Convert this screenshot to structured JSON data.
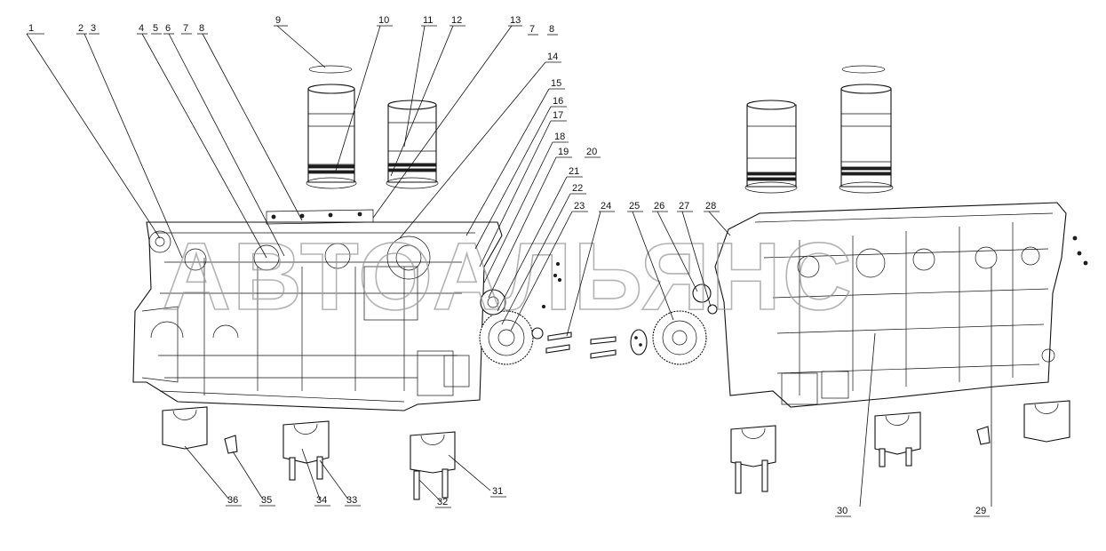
{
  "watermark": "АВТОАЛЬЯНС",
  "callouts": [
    "1",
    "2",
    "3",
    "4",
    "5",
    "6",
    "7",
    "8",
    "9",
    "10",
    "11",
    "12",
    "13",
    "7",
    "8",
    "14",
    "15",
    "16",
    "17",
    "18",
    "19",
    "20",
    "21",
    "22",
    "23",
    "24",
    "25",
    "26",
    "27",
    "28",
    "29",
    "30",
    "31",
    "32",
    "33",
    "34",
    "35",
    "36"
  ]
}
